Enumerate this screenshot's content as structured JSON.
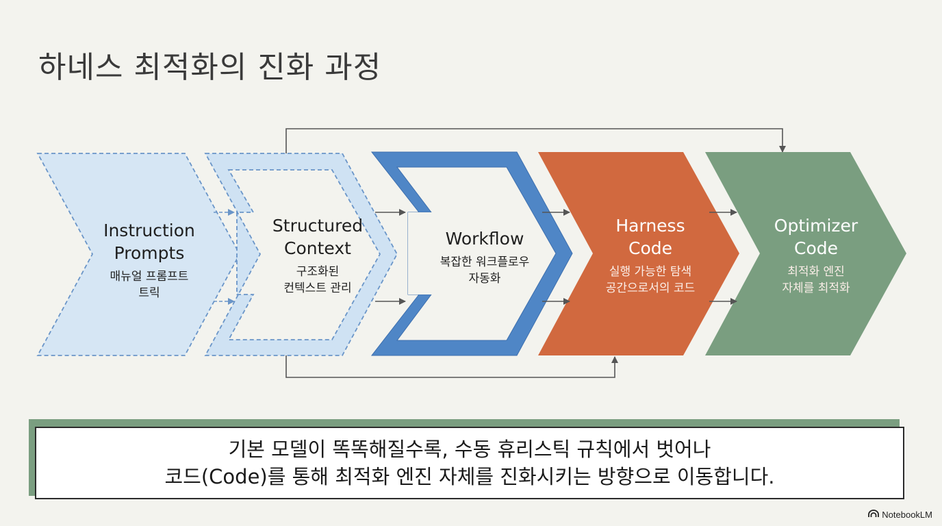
{
  "title": "하네스 최적화의 진화 과정",
  "stages": [
    {
      "title_line1": "Instruction",
      "title_line2": "Prompts",
      "desc_line1": "매뉴얼 프롬프트",
      "desc_line2": "트릭",
      "color": "#d6e6f4"
    },
    {
      "title_line1": "Structured",
      "title_line2": "Context",
      "desc_line1": "구조화된",
      "desc_line2": "컨텍스트 관리",
      "color": "#cfe2f3"
    },
    {
      "title_line1": "Workflow",
      "title_line2": "",
      "desc_line1": "복잡한 워크플로우",
      "desc_line2": "자동화",
      "color": "#4f86c6"
    },
    {
      "title_line1": "Harness",
      "title_line2": "Code",
      "desc_line1": "실행 가능한 탐색",
      "desc_line2": "공간으로서의 코드",
      "color": "#d1693f"
    },
    {
      "title_line1": "Optimizer",
      "title_line2": "Code",
      "desc_line1": "최적화 엔진",
      "desc_line2": "자체를 최적화",
      "color": "#7a9e80"
    }
  ],
  "callout": {
    "line1": "기본 모델이 똑똑해질수록, 수동 휴리스틱 규칙에서 벗어나",
    "line2": "코드(Code)를 통해 최적화 엔진 자체를 진화시키는 방향으로 이동합니다."
  },
  "brand": "NotebookLM"
}
